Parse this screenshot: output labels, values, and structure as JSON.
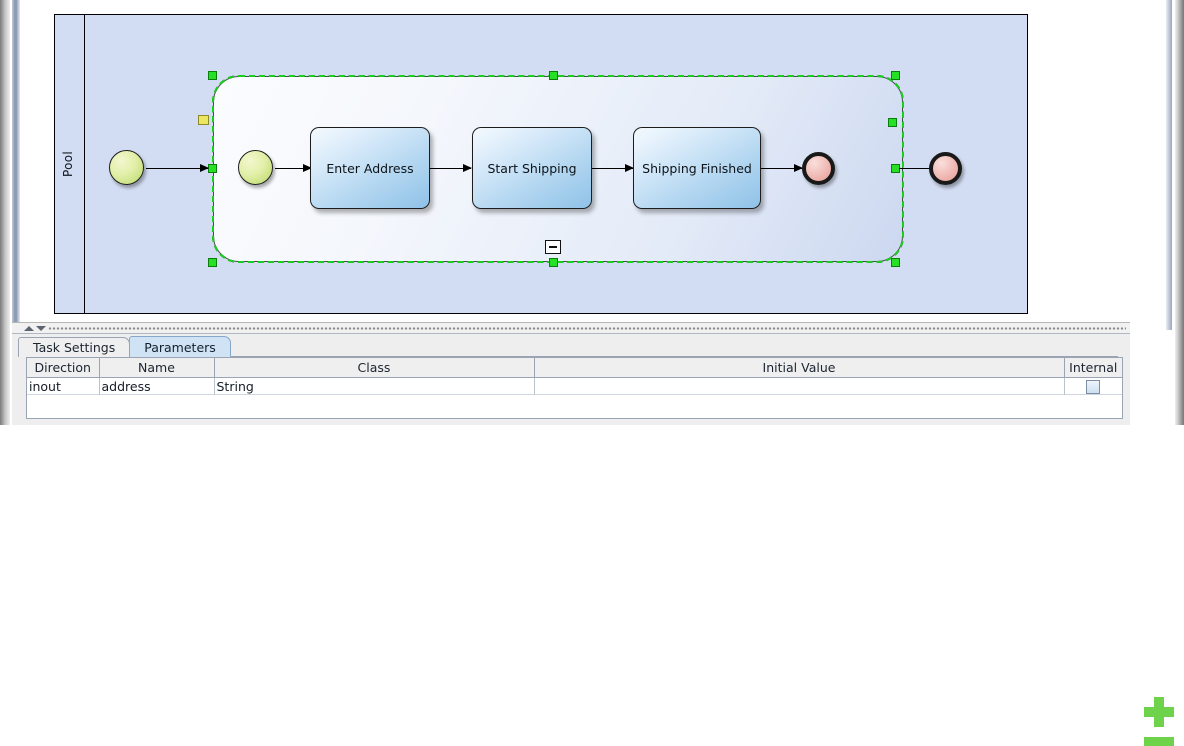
{
  "diagram": {
    "pool_label": "Pool",
    "nodes": [
      {
        "id": "start-outer",
        "type": "start-event",
        "label": ""
      },
      {
        "id": "start-inner",
        "type": "start-event",
        "label": ""
      },
      {
        "id": "task-1",
        "type": "task",
        "label": "Enter Address"
      },
      {
        "id": "task-2",
        "type": "task",
        "label": "Start Shipping"
      },
      {
        "id": "task-3",
        "type": "task",
        "label": "Shipping Finished"
      },
      {
        "id": "end-inner",
        "type": "end-event",
        "label": ""
      },
      {
        "id": "end-outer",
        "type": "end-event",
        "label": ""
      }
    ],
    "subprocess": {
      "selected": true,
      "collapse_icon": "minus-icon"
    },
    "colors": {
      "pool_fill": "#d2dcf2",
      "task_fill": "#b4d7f1",
      "start_event_fill": "#cfe58a",
      "end_event_fill": "#edb0aa",
      "selection_handle": "#26e026",
      "selection_handle_alt": "#ece560"
    }
  },
  "panel": {
    "tabs": [
      {
        "label": "Task Settings",
        "active": false
      },
      {
        "label": "Parameters",
        "active": true
      }
    ],
    "table": {
      "columns": [
        "Direction",
        "Name",
        "Class",
        "Initial Value",
        "Internal"
      ],
      "rows": [
        {
          "direction": "inout",
          "name": "address",
          "class": "String",
          "initial_value": "",
          "internal": false
        }
      ]
    },
    "buttons": [
      {
        "name": "add-parameter",
        "icon": "plus-icon",
        "color": "#6ed34a"
      },
      {
        "name": "remove-parameter",
        "icon": "minus-icon",
        "color": "#6ed34a"
      }
    ]
  }
}
